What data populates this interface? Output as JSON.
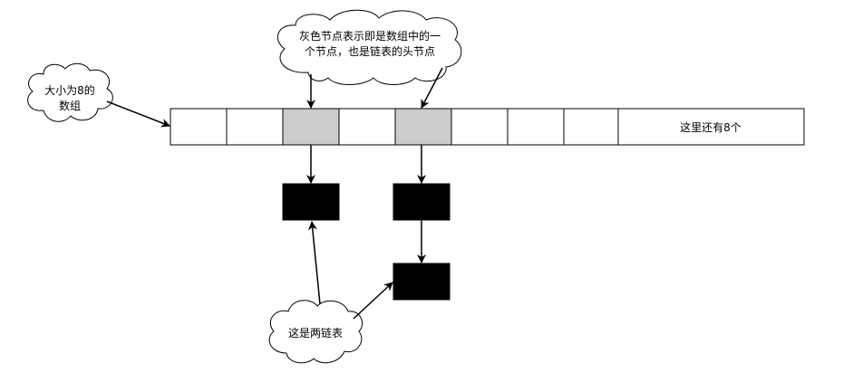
{
  "colors": {
    "stroke": "#000000",
    "highlight_cell": "#cccccc",
    "node_fill": "#000000",
    "background": "#ffffff"
  },
  "clouds": {
    "size_note": {
      "line1": "大小为8的",
      "line2": "数组"
    },
    "gray_note": {
      "line1": "灰色节点表示即是数组中的一",
      "line2": "个节点，也是链表的头节点"
    },
    "lists_note": {
      "line1": "这是两链表"
    }
  },
  "array": {
    "cells": [
      {
        "highlight": false
      },
      {
        "highlight": false
      },
      {
        "highlight": true
      },
      {
        "highlight": false
      },
      {
        "highlight": true
      },
      {
        "highlight": false
      },
      {
        "highlight": false
      },
      {
        "highlight": false
      }
    ],
    "remainder_label": "这里还有8个"
  }
}
